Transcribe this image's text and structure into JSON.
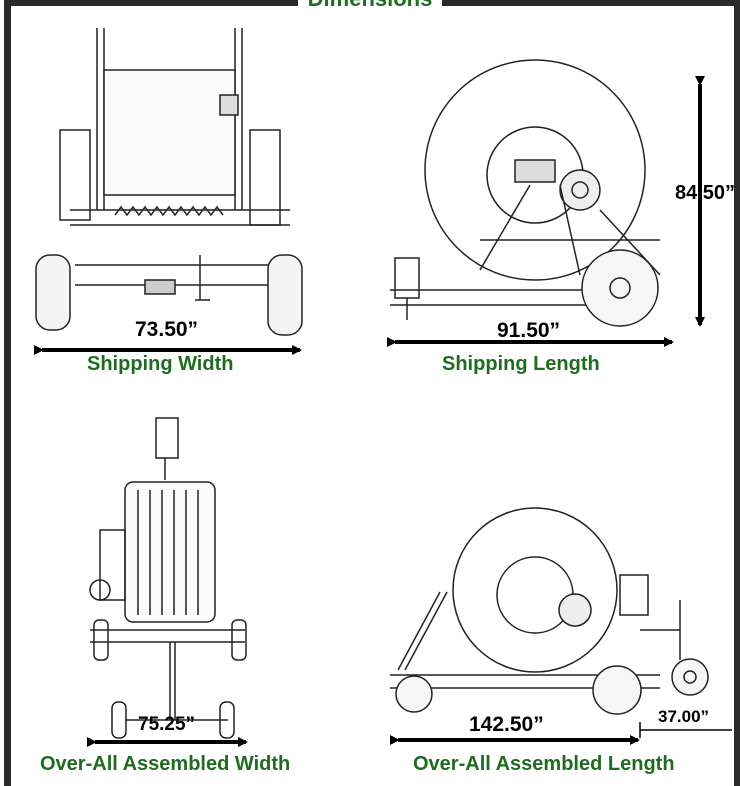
{
  "title": "Dimensions",
  "panels": {
    "shipping_width": {
      "caption": "Shipping Width",
      "dimension": "73.50”"
    },
    "shipping_length": {
      "caption": "Shipping Length",
      "dimension": "91.50”",
      "height_dimension": "84.50”"
    },
    "assembled_width": {
      "caption": "Over-All Assembled Width",
      "dimension": "75.25”"
    },
    "assembled_length": {
      "caption": "Over-All Assembled Length",
      "dimension": "142.50”",
      "extra_dimension": "37.00”"
    }
  }
}
